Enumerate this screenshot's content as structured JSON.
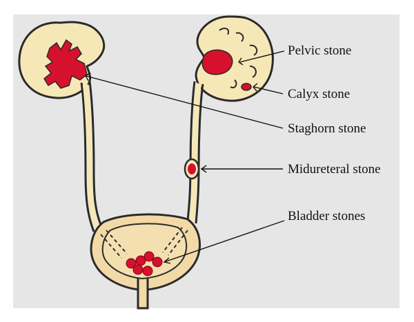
{
  "colors": {
    "background": "#e6e6e6",
    "tissue": "#f6e7b6",
    "bladder_fill": "#f2d9a6",
    "outline": "#2a2a2a",
    "stone": "#d6112e"
  },
  "labels": {
    "pelvic": "Pelvic stone",
    "calyx": "Calyx stone",
    "staghorn": "Staghorn stone",
    "midureteral": "Midureteral stone",
    "bladder": "Bladder stones"
  }
}
